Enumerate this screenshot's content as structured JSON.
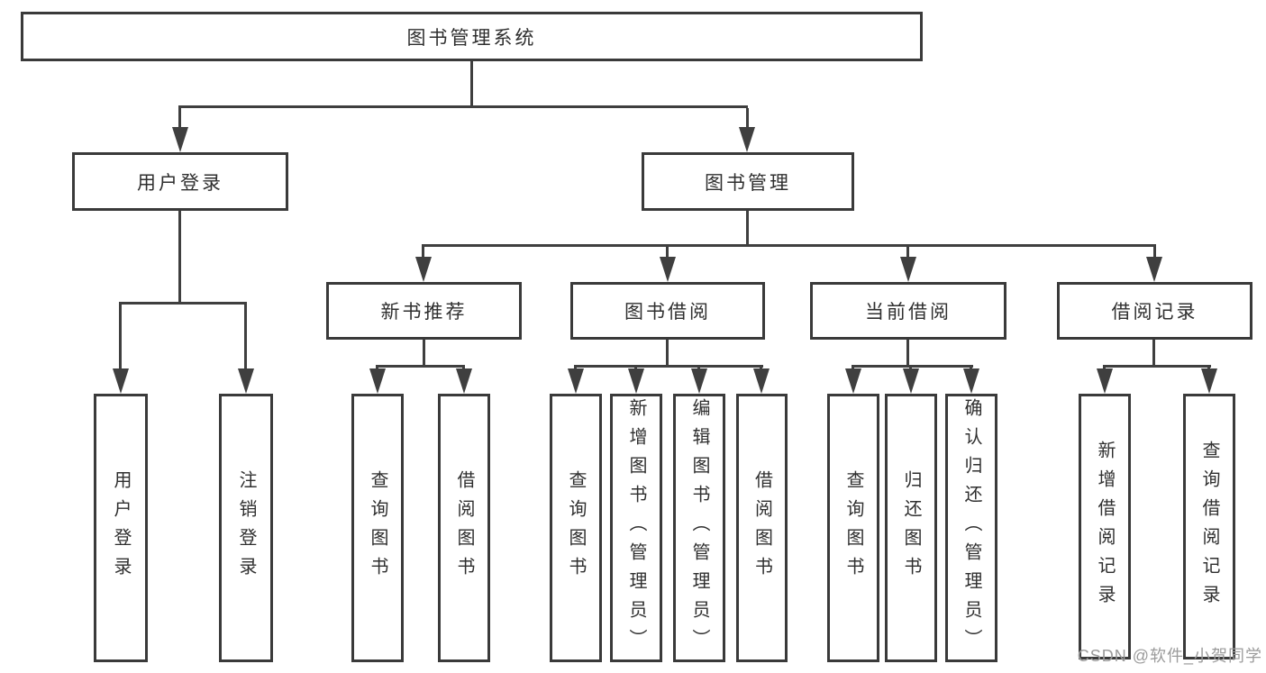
{
  "colors": {
    "background": "#ffffff",
    "box_border": "#3a3a3a",
    "connector_line": "#3f3f3f",
    "text": "#2f2f2f",
    "watermark_text": "#9b9b9b"
  },
  "watermark": "CSDN @软件_小贺同学",
  "tree": {
    "label": "图书管理系统",
    "children": [
      {
        "label": "用户登录",
        "children": [
          {
            "label": "用户登录"
          },
          {
            "label": "注销登录"
          }
        ]
      },
      {
        "label": "图书管理",
        "children": [
          {
            "label": "新书推荐",
            "children": [
              {
                "label": "查询图书"
              },
              {
                "label": "借阅图书"
              }
            ]
          },
          {
            "label": "图书借阅",
            "children": [
              {
                "label": "查询图书"
              },
              {
                "label": "新增图书（管理员）"
              },
              {
                "label": "编辑图书（管理员）"
              },
              {
                "label": "借阅图书"
              }
            ]
          },
          {
            "label": "当前借阅",
            "children": [
              {
                "label": "查询图书"
              },
              {
                "label": "归还图书"
              },
              {
                "label": "确认归还（管理员）"
              }
            ]
          },
          {
            "label": "借阅记录",
            "children": [
              {
                "label": "新增借阅记录"
              },
              {
                "label": "查询借阅记录"
              }
            ]
          }
        ]
      }
    ]
  }
}
